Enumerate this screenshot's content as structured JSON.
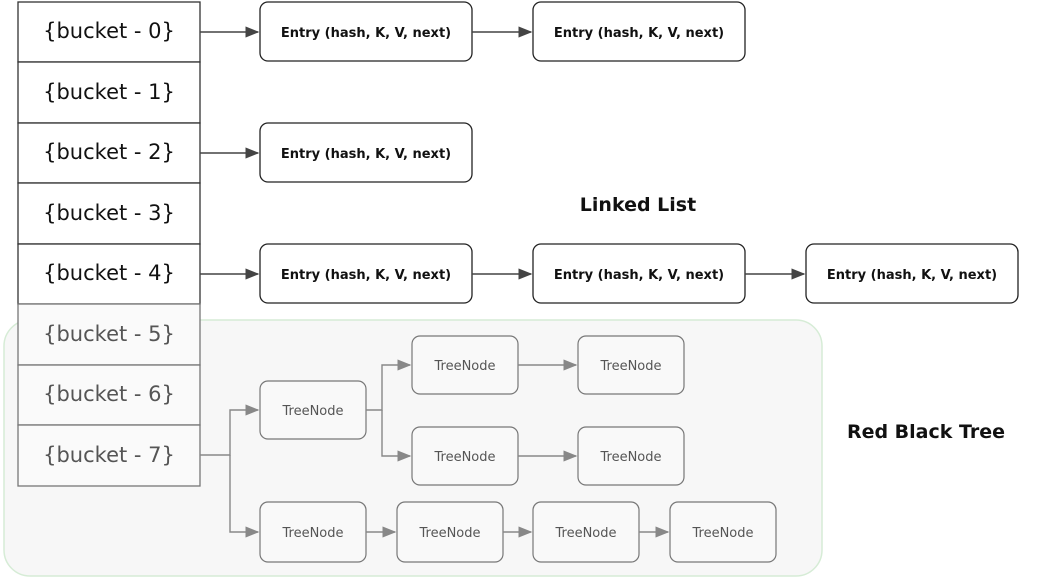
{
  "buckets": [
    "{bucket - 0}",
    "{bucket - 1}",
    "{bucket - 2}",
    "{bucket - 3}",
    "{bucket - 4}",
    "{bucket - 5}",
    "{bucket - 6}",
    "{bucket - 7}"
  ],
  "entry_label": "Entry (hash, K, V, next)",
  "tree_node_label": "TreeNode",
  "linked_list_label": "Linked List",
  "red_black_tree_label": "Red Black Tree",
  "colors": {
    "tree_region_fill": "#f7f7f7",
    "tree_region_border": "#d6ecd6"
  }
}
